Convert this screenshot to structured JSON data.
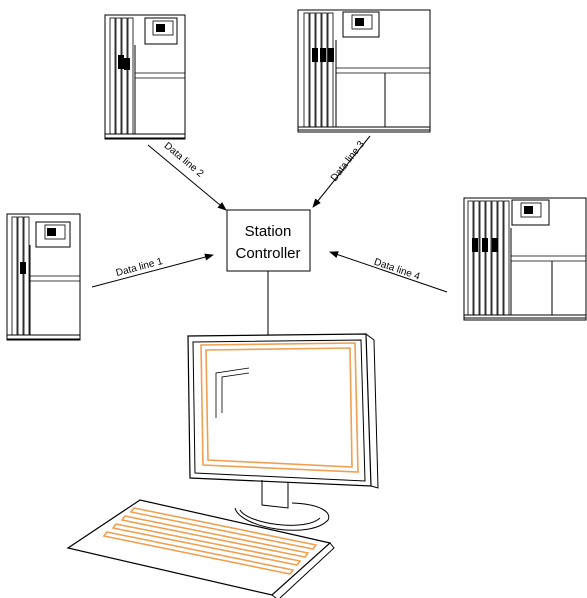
{
  "controller": {
    "line1": "Station",
    "line2": "Controller"
  },
  "data_lines": [
    {
      "id": "data-line-1",
      "label": "Data line 1"
    },
    {
      "id": "data-line-2",
      "label": "Data line 2"
    },
    {
      "id": "data-line-3",
      "label": "Data line 3"
    },
    {
      "id": "data-line-4",
      "label": "Data line 4"
    }
  ],
  "colors": {
    "stroke": "#000000",
    "screen_accent": "#f0a050",
    "background": "#ffffff"
  }
}
